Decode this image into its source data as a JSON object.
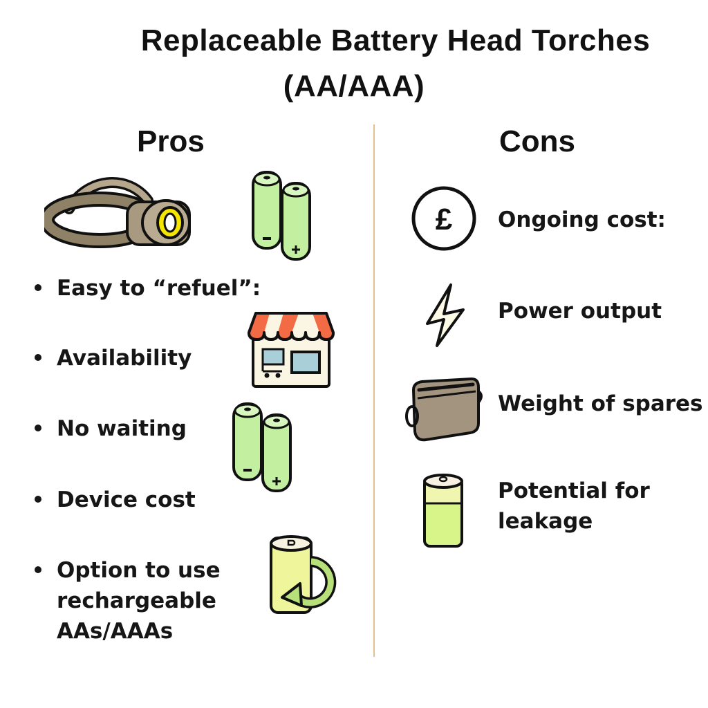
{
  "title": {
    "line1": "Replaceable Battery Head Torches",
    "line2": "(AA/AAA)"
  },
  "pros": {
    "heading": "Pros",
    "header_icons": [
      "head-torch-icon",
      "aa-batteries-icon"
    ],
    "items": [
      {
        "label": "Easy to “refuel”:",
        "icon": null
      },
      {
        "label": "Availability",
        "icon": "shop-icon"
      },
      {
        "label": "No waiting",
        "icon": "aa-batteries-icon"
      },
      {
        "label": "Device cost",
        "icon": null
      },
      {
        "label": "Option to use rechargeable AAs/AAAs",
        "lines": [
          "Option to use",
          "rechargeable",
          "AAs/AAAs"
        ],
        "icon": "rechargeable-battery-icon"
      }
    ]
  },
  "cons": {
    "heading": "Cons",
    "items": [
      {
        "label": "Ongoing cost:",
        "icon": "pound-coin-icon"
      },
      {
        "label": "Power output",
        "icon": "lightning-icon"
      },
      {
        "label": "Weight of spares",
        "icon": "battery-case-icon"
      },
      {
        "label": "Potential for leakage",
        "lines": [
          "Potential for",
          "leakage"
        ],
        "icon": "single-battery-icon"
      }
    ]
  },
  "colors": {
    "divider": "#e3c08f",
    "battery_green": "#c3f0a0",
    "torch_band": "#8f8166",
    "torch_lens": "#f5e600",
    "awning_red": "#f26b45",
    "shop_window": "#a9d0d8",
    "case_brown": "#a39480"
  }
}
